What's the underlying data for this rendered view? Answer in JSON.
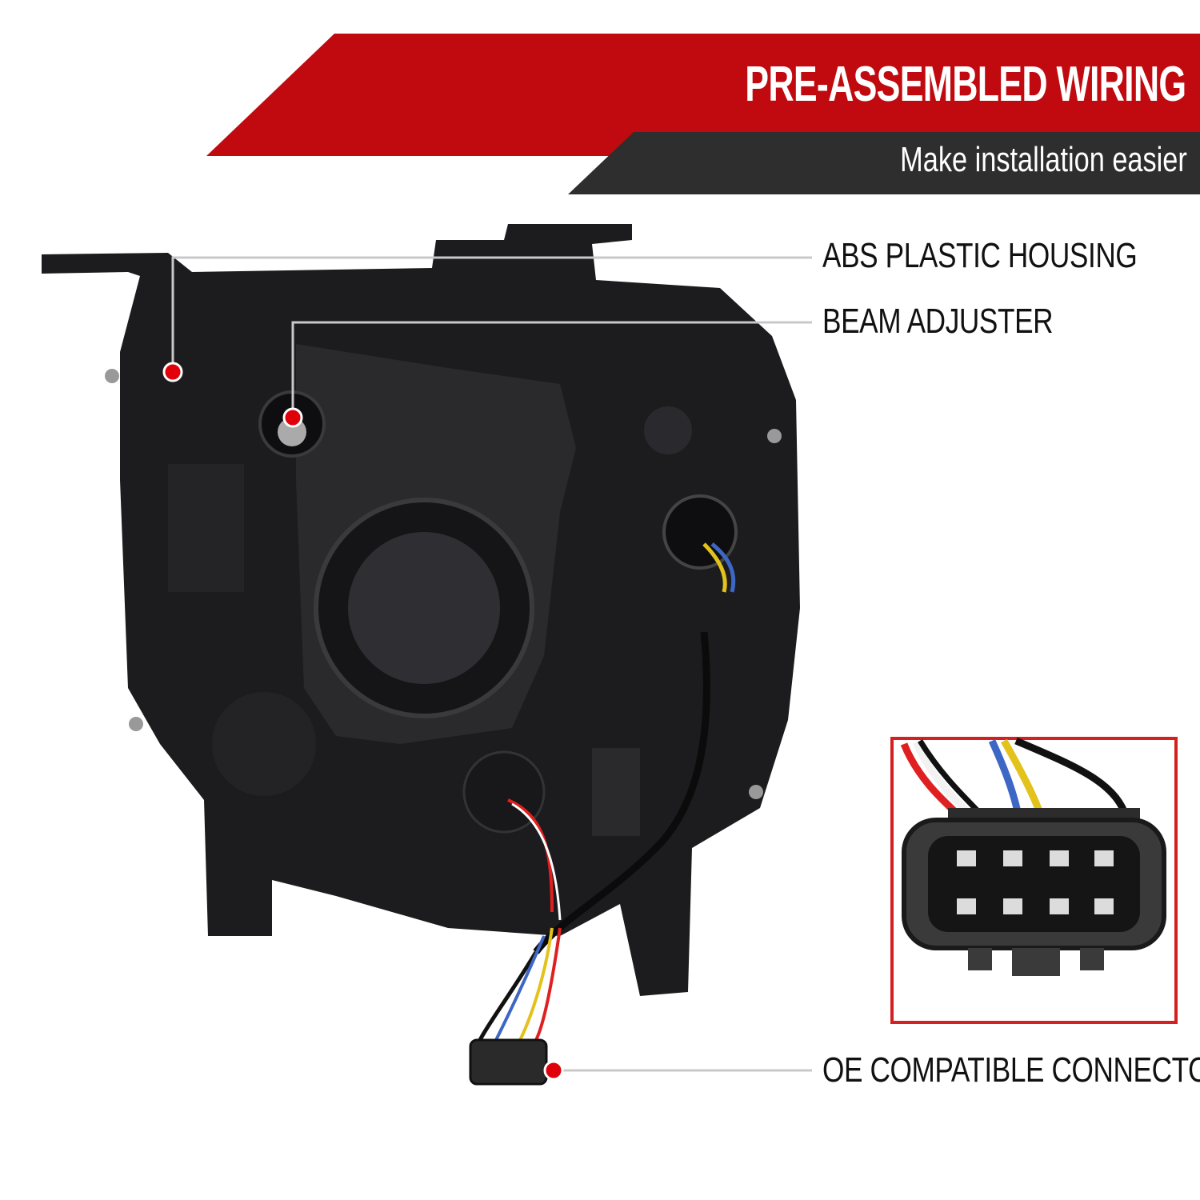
{
  "banner": {
    "title": "PRE-ASSEMBLED WIRING",
    "subtitle": "Make installation easier",
    "colors": {
      "red": "#c00a0f",
      "dark": "#2e2e2e"
    }
  },
  "callouts": [
    {
      "label": "ABS PLASTIC HOUSING"
    },
    {
      "label": "BEAM ADJUSTER"
    },
    {
      "label": "OE COMPATIBLE CONNECTOR"
    }
  ],
  "colors": {
    "marker": "#e0000a",
    "leader_line": "#c8c8c8",
    "inset_border": "#d42020"
  }
}
